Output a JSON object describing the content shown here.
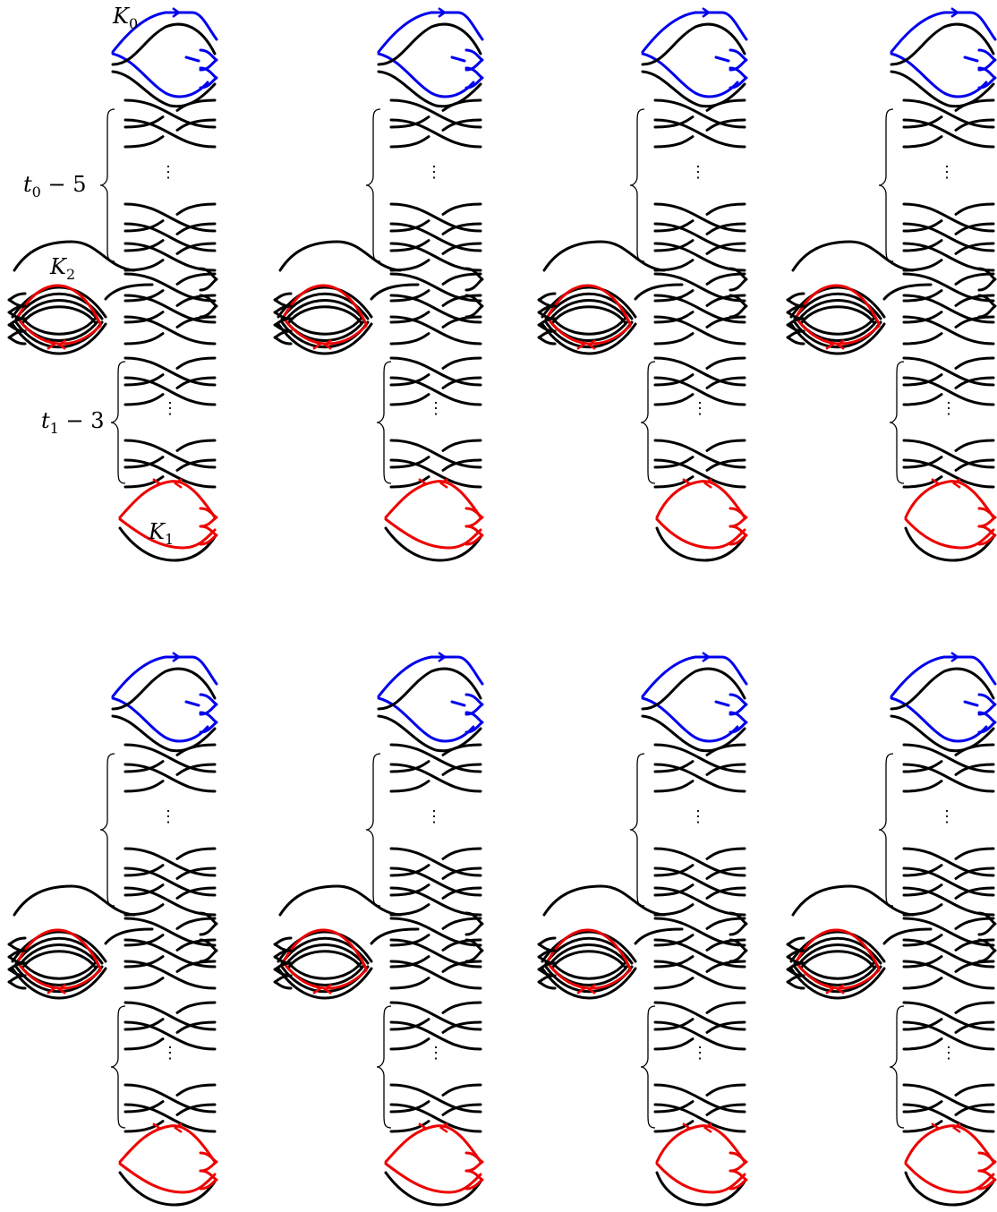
{
  "labels": {
    "k0_letter": "K",
    "k0_sub": "0",
    "k1_letter": "K",
    "k1_sub": "1",
    "k2_letter": "K",
    "k2_sub": "2",
    "t0_letter": "t",
    "t0_sub": "0",
    "t0_rest": " − 5",
    "t1_letter": "t",
    "t1_sub": "1",
    "t1_rest": " − 3",
    "ellipsis": "⋮"
  },
  "colors": {
    "background": "#ffffff",
    "strand": "#000000",
    "knot_blue": "#0000ee",
    "knot_red": "#ee0000"
  },
  "diagram_grid": {
    "rows": 2,
    "columns": 4,
    "panel_count": 8
  },
  "panels": [
    {
      "id": 1,
      "row": 1,
      "col": 1,
      "variant": "a",
      "labeled": true
    },
    {
      "id": 2,
      "row": 1,
      "col": 2,
      "variant": "b",
      "labeled": false
    },
    {
      "id": 3,
      "row": 1,
      "col": 3,
      "variant": "c",
      "labeled": false
    },
    {
      "id": 4,
      "row": 1,
      "col": 4,
      "variant": "d",
      "labeled": false
    },
    {
      "id": 5,
      "row": 2,
      "col": 1,
      "variant": "a",
      "labeled": false
    },
    {
      "id": 6,
      "row": 2,
      "col": 2,
      "variant": "b",
      "labeled": false
    },
    {
      "id": 7,
      "row": 2,
      "col": 3,
      "variant": "c",
      "labeled": false
    },
    {
      "id": 8,
      "row": 2,
      "col": 4,
      "variant": "d",
      "labeled": false
    }
  ]
}
